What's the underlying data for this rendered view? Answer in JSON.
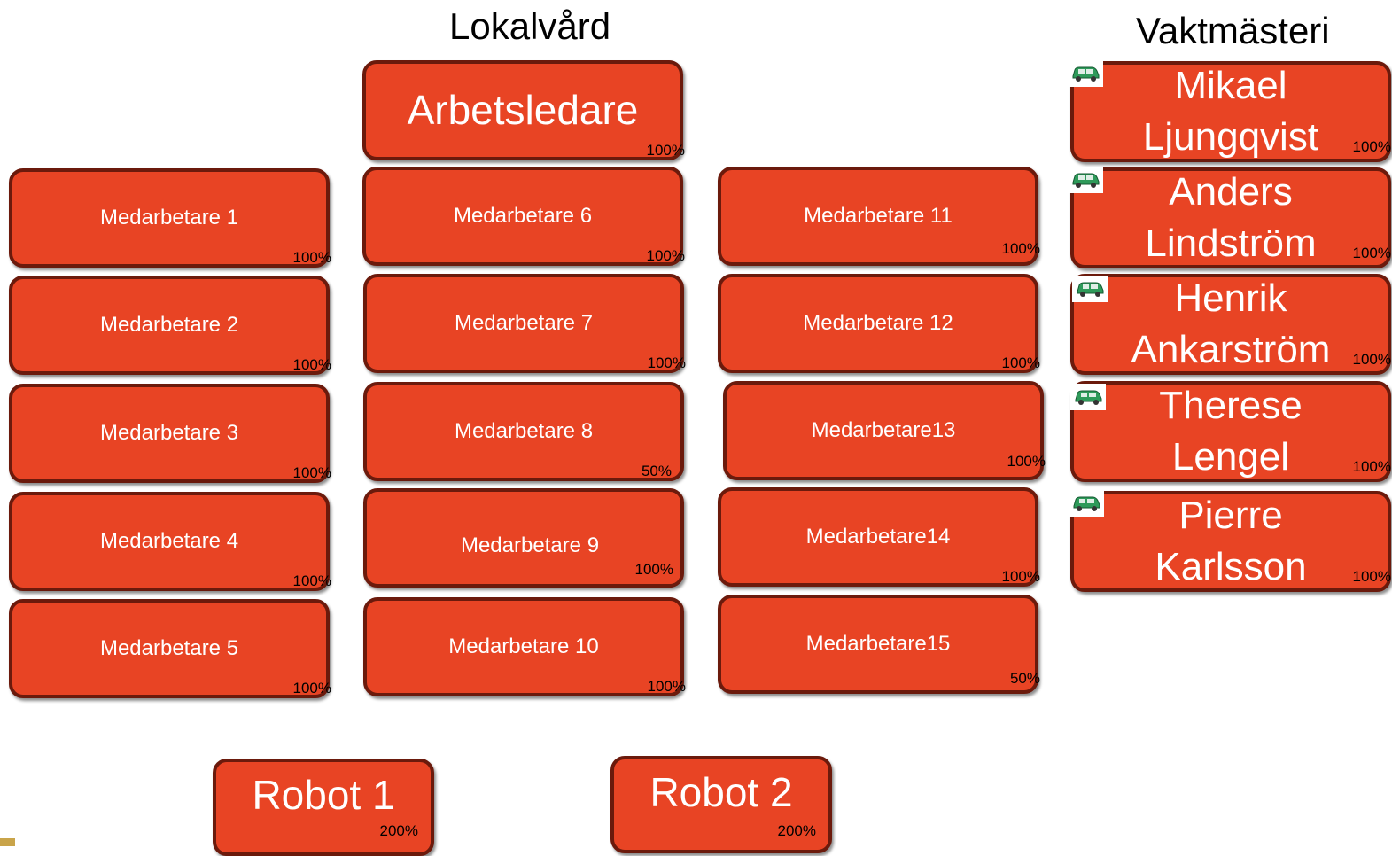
{
  "headings": {
    "lokalvard": "Lokalvård",
    "vaktmasteri": "Vaktmästeri"
  },
  "arbetsledare": {
    "label": "Arbetsledare",
    "pct": "100%"
  },
  "medarbetare": [
    {
      "label": "Medarbetare 1",
      "pct": "100%"
    },
    {
      "label": "Medarbetare 2",
      "pct": "100%"
    },
    {
      "label": "Medarbetare 3",
      "pct": "100%"
    },
    {
      "label": "Medarbetare 4",
      "pct": "100%"
    },
    {
      "label": "Medarbetare 5",
      "pct": "100%"
    },
    {
      "label": "Medarbetare 6",
      "pct": "100%"
    },
    {
      "label": "Medarbetare 7",
      "pct": "100%"
    },
    {
      "label": "Medarbetare 8",
      "pct": "50%"
    },
    {
      "label": "Medarbetare 9",
      "pct": "100%"
    },
    {
      "label": "Medarbetare 10",
      "pct": "100%"
    },
    {
      "label": "Medarbetare 11",
      "pct": "100%"
    },
    {
      "label": "Medarbetare 12",
      "pct": "100%"
    },
    {
      "label": "Medarbetare13",
      "pct": "100%"
    },
    {
      "label": "Medarbetare14",
      "pct": "100%"
    },
    {
      "label": "Medarbetare15",
      "pct": "50%"
    }
  ],
  "vaktmastare": [
    {
      "first": "Mikael",
      "last": "Ljungqvist",
      "pct": "100%"
    },
    {
      "first": "Anders",
      "last": "Lindström",
      "pct": "100%"
    },
    {
      "first": "Henrik",
      "last": "Ankarström",
      "pct": "100%"
    },
    {
      "first": "Therese",
      "last": "Lengel",
      "pct": "100%"
    },
    {
      "first": "Pierre",
      "last": "Karlsson",
      "pct": "100%"
    }
  ],
  "robots": [
    {
      "label": "Robot 1",
      "pct": "200%"
    },
    {
      "label": "Robot 2",
      "pct": "200%"
    }
  ],
  "colors": {
    "box_fill": "#e84424",
    "box_border": "#6b1a0c",
    "car": "#2e9a5a"
  },
  "icons": {
    "vehicle": "car-icon"
  }
}
